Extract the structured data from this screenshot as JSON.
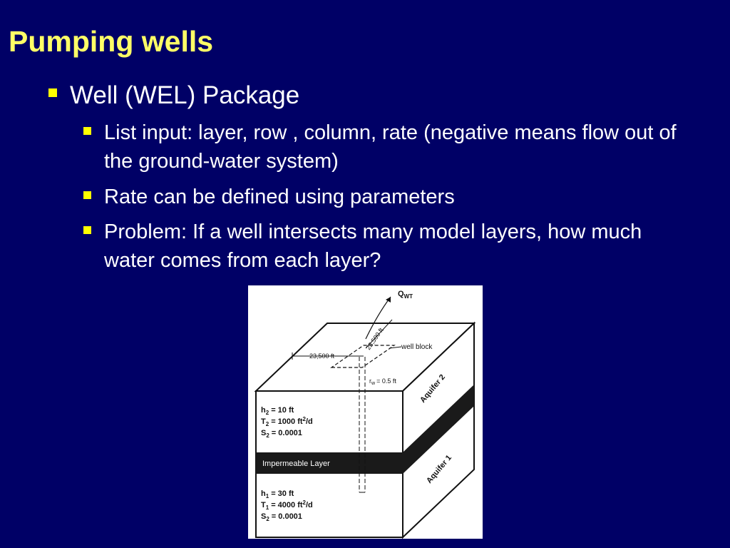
{
  "slide": {
    "title": "Pumping wells",
    "bullets": {
      "level1": "Well (WEL) Package",
      "level2": [
        "List input: layer, row , column, rate (negative means flow out of the ground-water system)",
        "Rate can be defined using parameters",
        "Problem: If a well intersects many model layers, how much water comes from each layer?"
      ]
    }
  },
  "figure": {
    "qwt_label": "Q",
    "qwt_sub": "WT",
    "dim_x": "23,500 ft",
    "dim_y": "23,500 ft",
    "well_block": "well block",
    "rw_label": "r",
    "rw_sub": "w",
    "rw_value": "= 0.5 ft",
    "aquifer2": "Aquifer 2",
    "aquifer1": "Aquifer 1",
    "impermeable": "Impermeable Layer",
    "upper_params": {
      "h": "h",
      "h_sub": "2",
      "h_val": "= 10 ft",
      "t": "T",
      "t_sub": "2",
      "t_val": "= 1000 ft",
      "t_exp": "2",
      "t_unit": "/d",
      "s": "S",
      "s_sub": "2",
      "s_val": "= 0.0001"
    },
    "lower_params": {
      "h": "h",
      "h_sub": "1",
      "h_val": "= 30 ft",
      "t": "T",
      "t_sub": "1",
      "t_val": "= 4000 ft",
      "t_exp": "2",
      "t_unit": "/d",
      "s": "S",
      "s_sub": "2",
      "s_val": "= 0.0001"
    },
    "colors": {
      "background": "#000066",
      "title": "#ffff66",
      "bullet": "#ffff00",
      "text": "#ffffff"
    }
  }
}
